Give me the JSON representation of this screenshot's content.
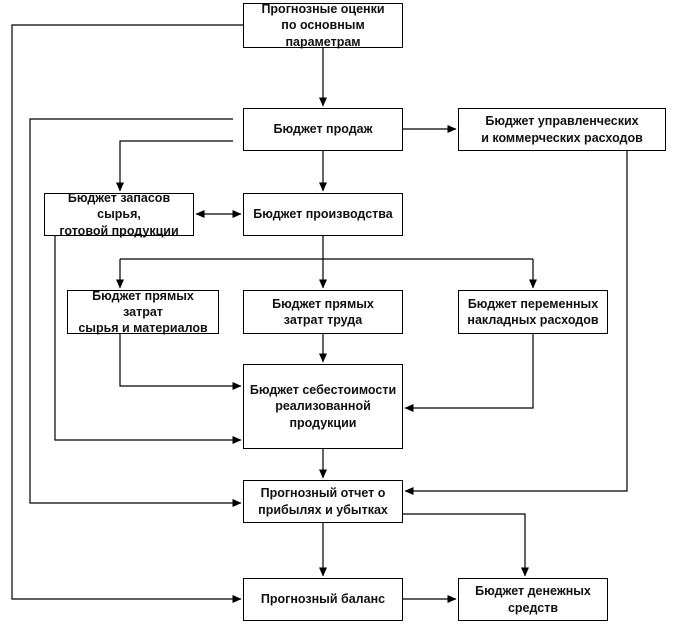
{
  "diagram": {
    "boxes": {
      "forecast": "Прогнозные оценки\nпо основным параметрам",
      "sales": "Бюджет продаж",
      "admin": "Бюджет управленческих\nи коммерческих расходов",
      "stock": "Бюджет запасов сырья,\nготовой продукции",
      "production": "Бюджет производства",
      "materials": "Бюджет прямых затрат\nсырья и материалов",
      "labor": "Бюджет прямых\nзатрат труда",
      "overhead": "Бюджет переменных\nнакладных расходов",
      "cost": "Бюджет себестоимости\nреализованной продукции",
      "profit_loss": "Прогнозный отчет о\nприбылях и убытках",
      "balance": "Прогнозный баланс",
      "cash": "Бюджет денежных\nсредств"
    }
  }
}
